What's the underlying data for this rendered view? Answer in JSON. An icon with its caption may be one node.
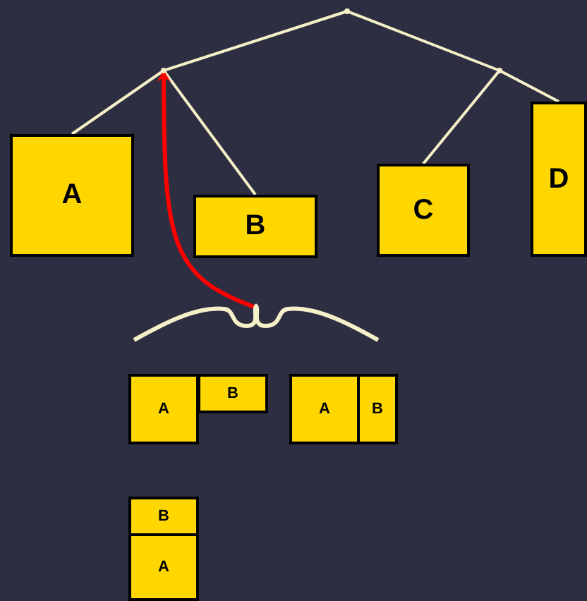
{
  "diagram": {
    "nodes": [
      {
        "text": [],
        "shape": "point"
      },
      {
        "text": [],
        "shape": "point"
      },
      {
        "text": [],
        "shape": "point"
      },
      {
        "text": [
          "A"
        ]
      },
      {
        "text": [
          "B"
        ]
      },
      {
        "text": [
          "C"
        ]
      },
      {
        "text": [
          "D"
        ]
      },
      {
        "text": [],
        "shape": "brace"
      },
      {
        "text": [
          "A"
        ]
      },
      {
        "text": [
          "B"
        ]
      },
      {
        "text": [
          "A"
        ]
      },
      {
        "text": [
          "B"
        ]
      },
      {
        "text": [
          "B"
        ]
      },
      {
        "text": [
          "A"
        ]
      }
    ],
    "edges": [
      {
        "from": 0,
        "to": 1,
        "arrow": "none"
      },
      {
        "from": 0,
        "to": 2,
        "arrow": "none"
      },
      {
        "from": 1,
        "to": 3,
        "arrow": "none"
      },
      {
        "from": 1,
        "to": 4,
        "arrow": "none"
      },
      {
        "from": 2,
        "to": 5,
        "arrow": "none"
      },
      {
        "from": 2,
        "to": 6,
        "arrow": "none"
      },
      {
        "from": 7,
        "to": 1,
        "arrow": "to",
        "color": "#ff0000"
      }
    ]
  }
}
